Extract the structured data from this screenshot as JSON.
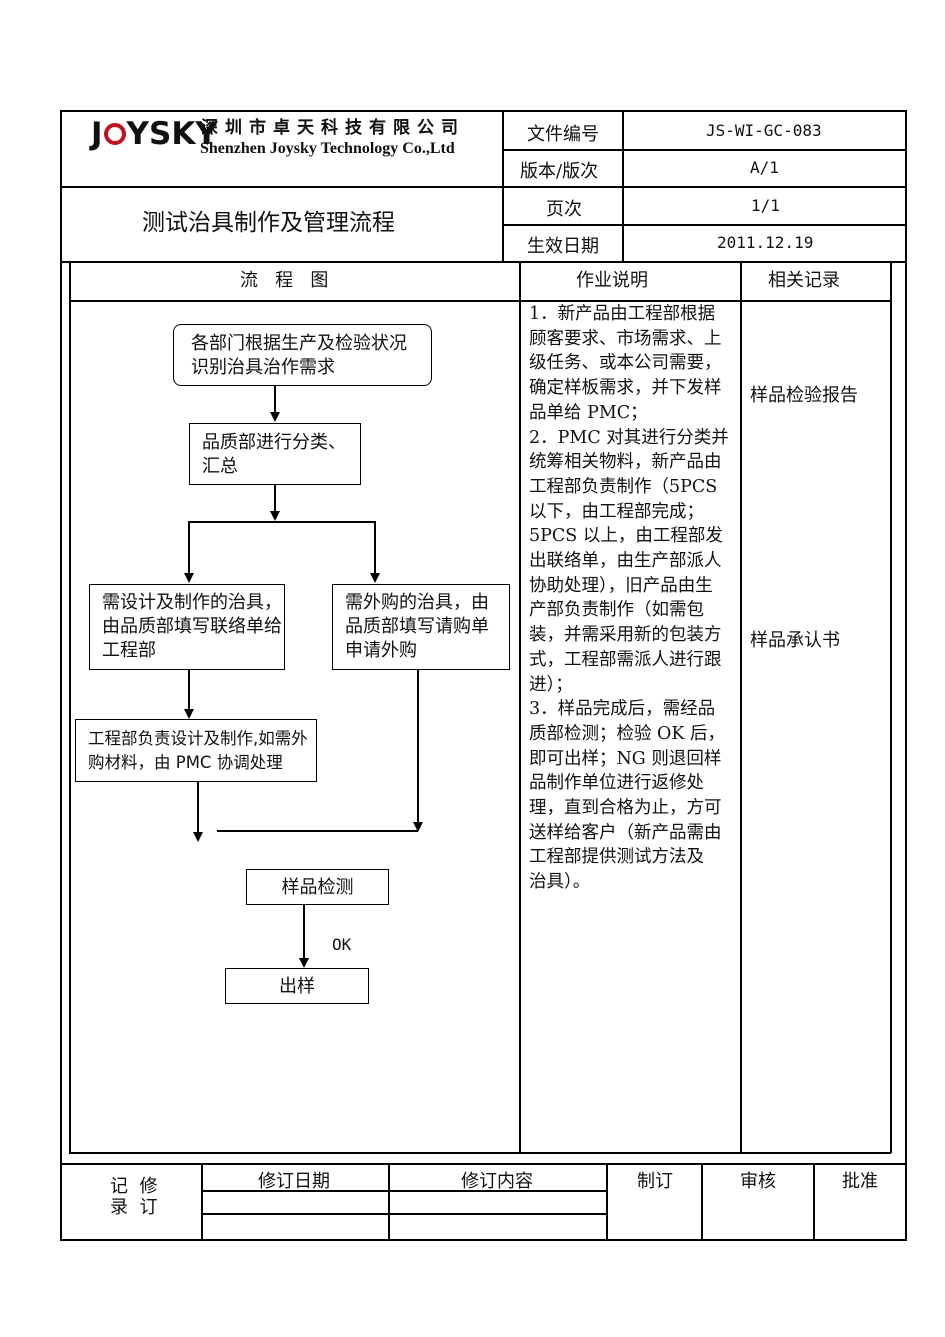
{
  "header": {
    "logo_text": "JOYSKY",
    "company_cn": "深圳市卓天科技有限公司",
    "company_en": "Shenzhen Joysky Technology Co.,Ltd",
    "doc_title": "测试治具制作及管理流程",
    "fields": [
      {
        "label": "文件编号",
        "value": "JS-WI-GC-083"
      },
      {
        "label": "版本/版次",
        "value": "A/1"
      },
      {
        "label": "页次",
        "value": "1/1"
      },
      {
        "label": "生效日期",
        "value": "2011.12.19"
      }
    ]
  },
  "columns": {
    "flow": "流   程   图",
    "desc": "作业说明",
    "records": "相关记录"
  },
  "flowchart": {
    "step1": "各部门根据生产及检验状况识别治具治作需求",
    "step2": "品质部进行分类、汇总",
    "step3a": "需设计及制作的治具，由品质部填写联络单给工程部",
    "step3b": "需外购的治具，由品质部填写请购单申请外购",
    "step4a": "工程部负责设计及制作,如需外购材料，由 PMC 协调处理",
    "step5": "样品检测",
    "ok_label": "OK",
    "step6": "出样"
  },
  "description_lines": [
    "1．新产品由工程部根据",
    "顾客要求、市场需求、上",
    "级任务、或本公司需要，",
    "确定样板需求，并下发样",
    "品单给 PMC；",
    "2．PMC 对其进行分类并",
    "统筹相关物料，新产品由",
    "工程部负责制作（5PCS",
    "以下，由工程部完成；",
    "5PCS 以上，由工程部发",
    "出联络单，由生产部派人",
    "协助处理），旧产品由生",
    "产部负责制作（如需包",
    "装，并需采用新的包装方",
    "式，工程部需派人进行跟",
    "进）；",
    "3．样品完成后，需经品",
    "质部检测；检验 OK 后，",
    "即可出样；NG 则退回样",
    "品制作单位进行返修处",
    "理，直到合格为止，方可",
    "送样给客户（新产品需由",
    "工程部提供测试方法及",
    "治具）。"
  ],
  "records": {
    "r1": "样品检验报告",
    "r2": "样品承认书"
  },
  "revision": {
    "label_top": "记  修",
    "label_bottom": "录  订",
    "col_date": "修订日期",
    "col_content": "修订内容",
    "col_make": "制订",
    "col_review": "审核",
    "col_approve": "批准"
  }
}
